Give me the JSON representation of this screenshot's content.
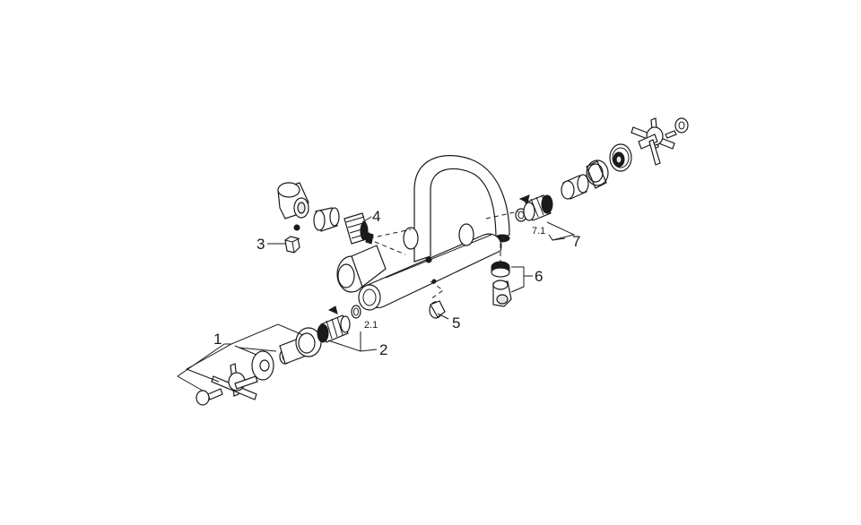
{
  "callouts": {
    "c1": "1",
    "c2": "2",
    "c2_1": "2.1",
    "c3": "3",
    "c4": "4",
    "c5": "5",
    "c6": "6",
    "c7": "7",
    "c7_1": "7.1"
  }
}
